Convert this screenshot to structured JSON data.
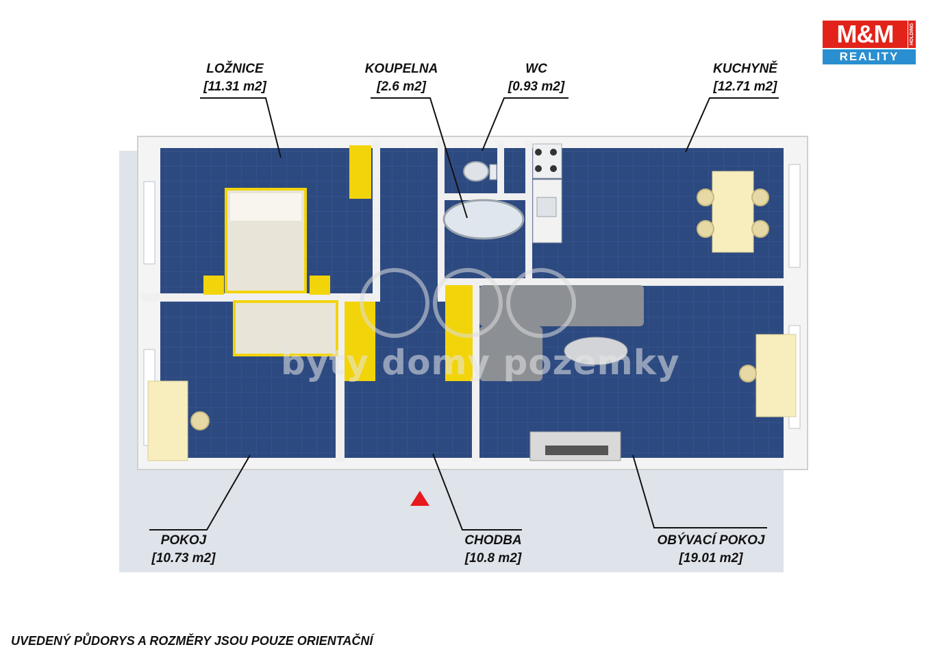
{
  "rooms": [
    {
      "name": "LOŽNICE",
      "area": "[11.31 m2]"
    },
    {
      "name": "KOUPELNA",
      "area": "[2.6 m2]"
    },
    {
      "name": "WC",
      "area": "[0.93 m2]"
    },
    {
      "name": "KUCHYNĚ",
      "area": "[12.71 m2]"
    },
    {
      "name": "POKOJ",
      "area": "[10.73 m2]"
    },
    {
      "name": "CHODBA",
      "area": "[10.8 m2]"
    },
    {
      "name": "OBÝVACÍ POKOJ",
      "area": "[19.01 m2]"
    }
  ],
  "footer_note": "UVEDENÝ PŮDORYS A ROZMĚRY JSOU POUZE ORIENTAČNÍ",
  "logo": {
    "top": "M&M",
    "side": "HOLDING",
    "bottom": "REALITY"
  },
  "watermark": "byty domy pozemky",
  "colors": {
    "floor": "#2d4a80",
    "wall": "#f4f4f4",
    "furniture_yellow": "#f2d40a",
    "entrance_marker": "#e8191d",
    "logo_red": "#e2231a",
    "logo_blue": "#2a8fd0"
  }
}
